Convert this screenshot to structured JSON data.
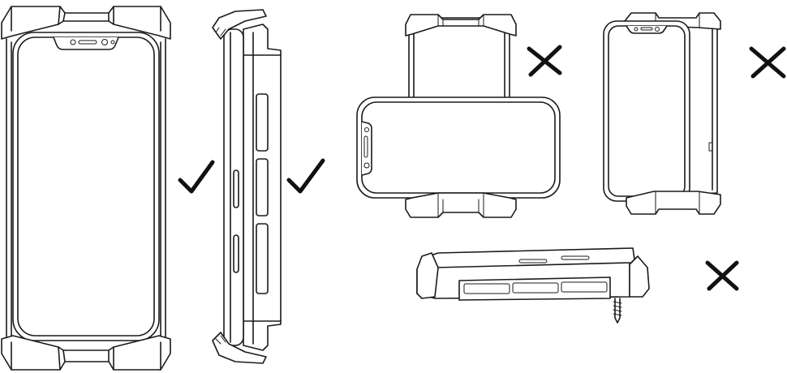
{
  "figures": [
    {
      "id": "holder-portrait-front",
      "verdict": "correct",
      "mark_icon": "check-icon"
    },
    {
      "id": "holder-portrait-side",
      "verdict": "correct",
      "mark_icon": "check-icon"
    },
    {
      "id": "holder-landscape-phone",
      "verdict": "incorrect",
      "mark_icon": "cross-icon"
    },
    {
      "id": "holder-phone-offset",
      "verdict": "incorrect",
      "mark_icon": "cross-icon"
    },
    {
      "id": "holder-flat-with-screw",
      "verdict": "incorrect",
      "mark_icon": "cross-icon"
    }
  ],
  "colors": {
    "stroke": "#1a1a1a",
    "background": "#ffffff",
    "mark": "#111111"
  }
}
